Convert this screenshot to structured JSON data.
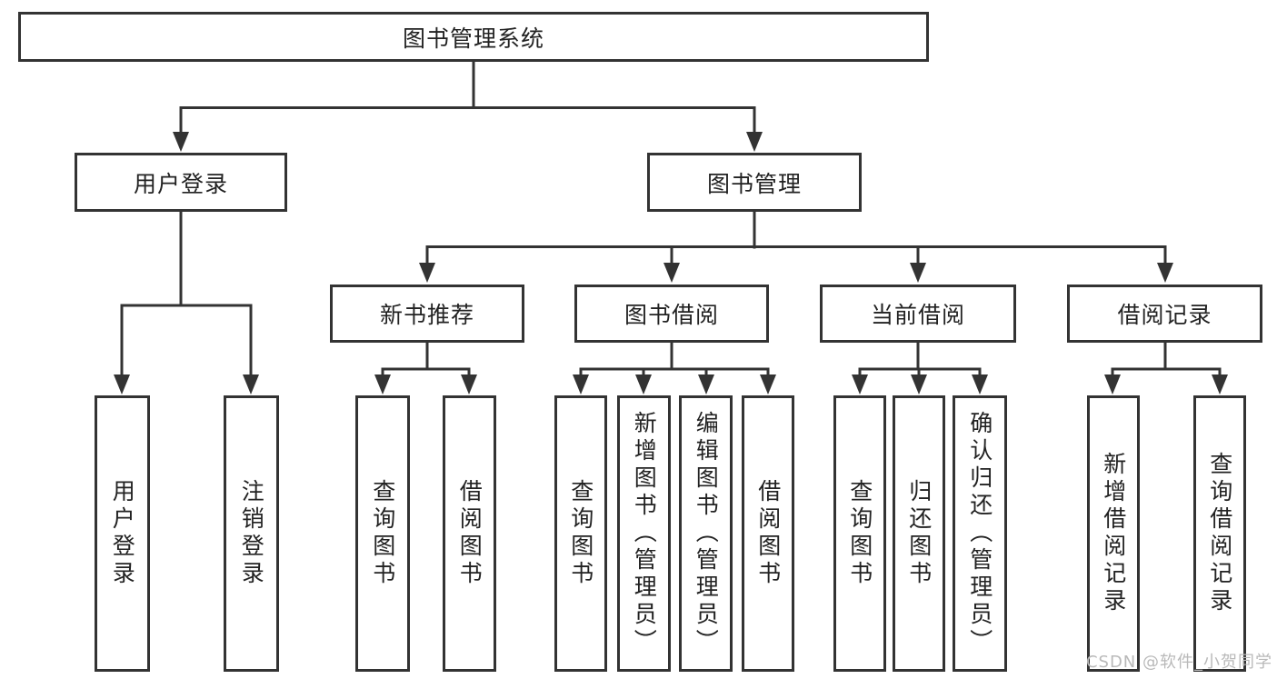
{
  "diagram": {
    "root": {
      "label": "图书管理系统"
    },
    "branches": [
      {
        "label": "用户登录",
        "leaves": [
          {
            "label": "用户登录"
          },
          {
            "label": "注销登录"
          }
        ]
      },
      {
        "label": "图书管理",
        "sections": [
          {
            "label": "新书推荐",
            "leaves": [
              {
                "label": "查询图书"
              },
              {
                "label": "借阅图书"
              }
            ]
          },
          {
            "label": "图书借阅",
            "leaves": [
              {
                "label": "查询图书"
              },
              {
                "label": "新增图书（管理员）"
              },
              {
                "label": "编辑图书（管理员）"
              },
              {
                "label": "借阅图书"
              }
            ]
          },
          {
            "label": "当前借阅",
            "leaves": [
              {
                "label": "查询图书"
              },
              {
                "label": "归还图书"
              },
              {
                "label": "确认归还（管理员）"
              }
            ]
          },
          {
            "label": "借阅记录",
            "leaves": [
              {
                "label": "新增借阅记录"
              },
              {
                "label": "查询借阅记录"
              }
            ]
          }
        ]
      }
    ]
  },
  "watermark": {
    "text": "CSDN @软件_小贺同学"
  },
  "style": {
    "line_color": "#333333",
    "border_color": "#333333",
    "text_color": "#222222",
    "background": "#ffffff",
    "watermark_color": "#b9b9b9"
  }
}
